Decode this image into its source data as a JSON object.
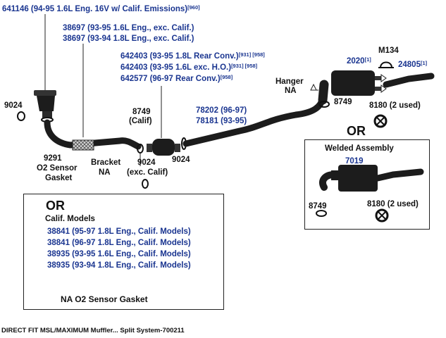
{
  "labels": {
    "p641146": {
      "text": "641146 (94-95 1.6L Eng. 16V w/ Calif. Emissions)",
      "sup": "[960]"
    },
    "p38697a": "38697 (93-95 1.6L Eng., exc. Calif.)",
    "p38697b": "38697 (93-94 1.8L Eng., exc. Calif.)",
    "p642403a": {
      "text": "642403 (93-95 1.8L Rear Conv.)",
      "sup": "[931] [958]"
    },
    "p642403b": {
      "text": "642403 (93-95 1.6L exc. H.O.)",
      "sup": "[931] [958]"
    },
    "p642577": {
      "text": "642577 (96-97 Rear Conv.)",
      "sup": "[958]"
    },
    "p9024_left": "9024",
    "p8749_calif_num": "8749",
    "p8749_calif_txt": "(Calif)",
    "p9291_num": "9291",
    "p9291_txt1": "O2 Sensor",
    "p9291_txt2": "Gasket",
    "bracket1": "Bracket",
    "bracket2": "NA",
    "p9024_exc_num": "9024",
    "p9024_exc_txt": "(exc. Calif)",
    "p9024_mid": "9024",
    "p78202": "78202 (96-97)",
    "p78181": "78181 (93-95)",
    "hanger1": "Hanger",
    "hanger2": "NA",
    "p2020": {
      "text": "2020",
      "sup": "[1]"
    },
    "m134": "M134",
    "p24805": {
      "text": "24805",
      "sup": "[1]"
    },
    "p8749_right": "8749",
    "p8180_top": "8180 (2 used)",
    "or_right": "OR",
    "welded_title": "Welded Assembly",
    "p7019": "7019",
    "p8749_welded": "8749",
    "p8180_welded": "8180 (2 used)",
    "or_left": "OR",
    "calif_models": "Calif. Models",
    "p38841a": "38841 (95-97 1.8L Eng., Calif. Models)",
    "p38841b": "38841 (96-97 1.8L Eng., Calif. Models)",
    "p38935a": "38935 (93-95 1.6L Eng., Calif. Models)",
    "p38935b": "38935 (93-94 1.8L Eng., Calif. Models)",
    "na_o2": "NA O2 Sensor Gasket"
  },
  "caption": "DIRECT FIT MSL/MAXIMUM Muffler... Split System-700211",
  "colors": {
    "ink": "#111111",
    "blue_text": "#1a3590",
    "pipe": "#1c1c1c"
  }
}
